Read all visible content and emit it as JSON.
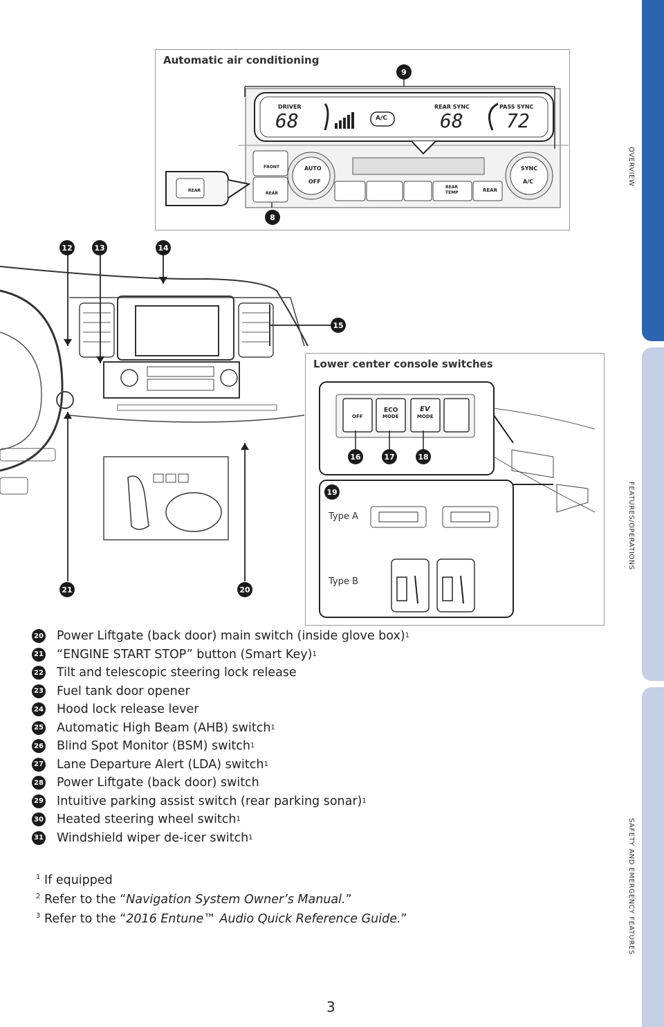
{
  "side_tabs": {
    "overview": "OVERVIEW",
    "features": "FEATURES/OPERATIONS",
    "safety": "SAFETY AND EMERGENCY FEATURES"
  },
  "colors": {
    "tab_active": "#2b64b0",
    "tab_inactive": "#c5cfe6"
  },
  "ac_panel": {
    "title": "Automatic air conditioning",
    "display": {
      "driver_label": "DRIVER",
      "rear_sync": "REAR SYNC",
      "pass_sync": "PASS SYNC",
      "temp_left": "68",
      "temp_mid": "68",
      "temp_right": "72",
      "ac_label": "A/C"
    },
    "buttons": {
      "front": "FRONT",
      "rear": "REAR",
      "auto": "AUTO",
      "off": "OFF",
      "sync": "SYNC",
      "ac": "A/C",
      "rear_temp": "REAR TEMP",
      "rear2": "REAR",
      "rear_inset": "REAR"
    },
    "callouts": {
      "top": "9",
      "bottom": "8"
    }
  },
  "dash_callouts": {
    "c12": "12",
    "c13": "13",
    "c14": "14",
    "c15": "15",
    "c20": "20",
    "c21": "21"
  },
  "console": {
    "title": "Lower center console switches",
    "switches": {
      "off": "OFF",
      "eco": "ECO",
      "eco_mode": "MODE",
      "ev": "EV",
      "ev_mode": "MODE"
    },
    "callouts": {
      "c16": "16",
      "c17": "17",
      "c18": "18",
      "c19": "19"
    },
    "type_a": "Type A",
    "type_b": "Type B"
  },
  "legend": [
    {
      "num": "20",
      "text": "Power Liftgate (back door) main switch (inside glove box)",
      "sup": "1"
    },
    {
      "num": "21",
      "text": "“ENGINE START STOP” button (Smart Key)",
      "sup": "1"
    },
    {
      "num": "22",
      "text": "Tilt and telescopic steering lock release",
      "sup": ""
    },
    {
      "num": "23",
      "text": "Fuel tank door opener",
      "sup": ""
    },
    {
      "num": "24",
      "text": "Hood lock release lever",
      "sup": ""
    },
    {
      "num": "25",
      "text": "Automatic High Beam (AHB) switch",
      "sup": "1"
    },
    {
      "num": "26",
      "text": "Blind Spot Monitor (BSM) switch",
      "sup": "1"
    },
    {
      "num": "27",
      "text": "Lane Departure Alert (LDA) switch",
      "sup": "1"
    },
    {
      "num": "28",
      "text": "Power Liftgate (back door) switch",
      "sup": ""
    },
    {
      "num": "29",
      "text": "Intuitive parking assist switch (rear parking sonar)",
      "sup": "1"
    },
    {
      "num": "30",
      "text": "Heated steering wheel switch",
      "sup": "1"
    },
    {
      "num": "31",
      "text": "Windshield wiper de-icer switch",
      "sup": "1"
    }
  ],
  "footnotes": {
    "f1_sup": "1",
    "f1": "If equipped",
    "f2_sup": "2",
    "f2_pre": "Refer to the “",
    "f2_title": "Navigation System Owner’s Manual.",
    "f2_post": "”",
    "f3_sup": "3",
    "f3_pre": "Refer to the “",
    "f3_title": "2016 Entune™ Audio Quick Reference Guide.",
    "f3_post": "”"
  },
  "page_number": "3"
}
